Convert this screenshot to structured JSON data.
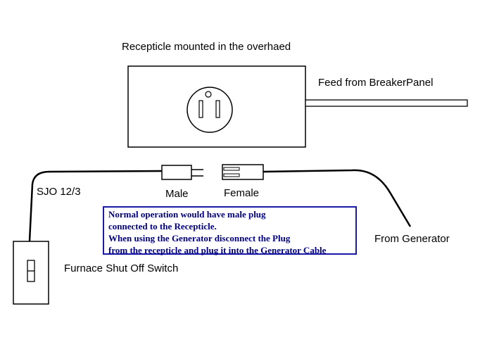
{
  "labels": {
    "receptacle": "Recepticle mounted in the overhaed",
    "feed": "Feed from BreakerPanel",
    "cable": "SJO 12/3",
    "male": "Male",
    "female": "Female",
    "generator": "From Generator",
    "switch": "Furnace Shut Off Switch"
  },
  "note": {
    "lines": [
      "Normal operation would have male plug",
      "connected to the Recepticle.",
      "When using the Generator disconnect the Plug",
      "from the recepticle and plug it into the Generator Cable"
    ]
  },
  "colors": {
    "line": "#000000",
    "note_border": "#1a1aa6",
    "note_text": "#000080"
  }
}
